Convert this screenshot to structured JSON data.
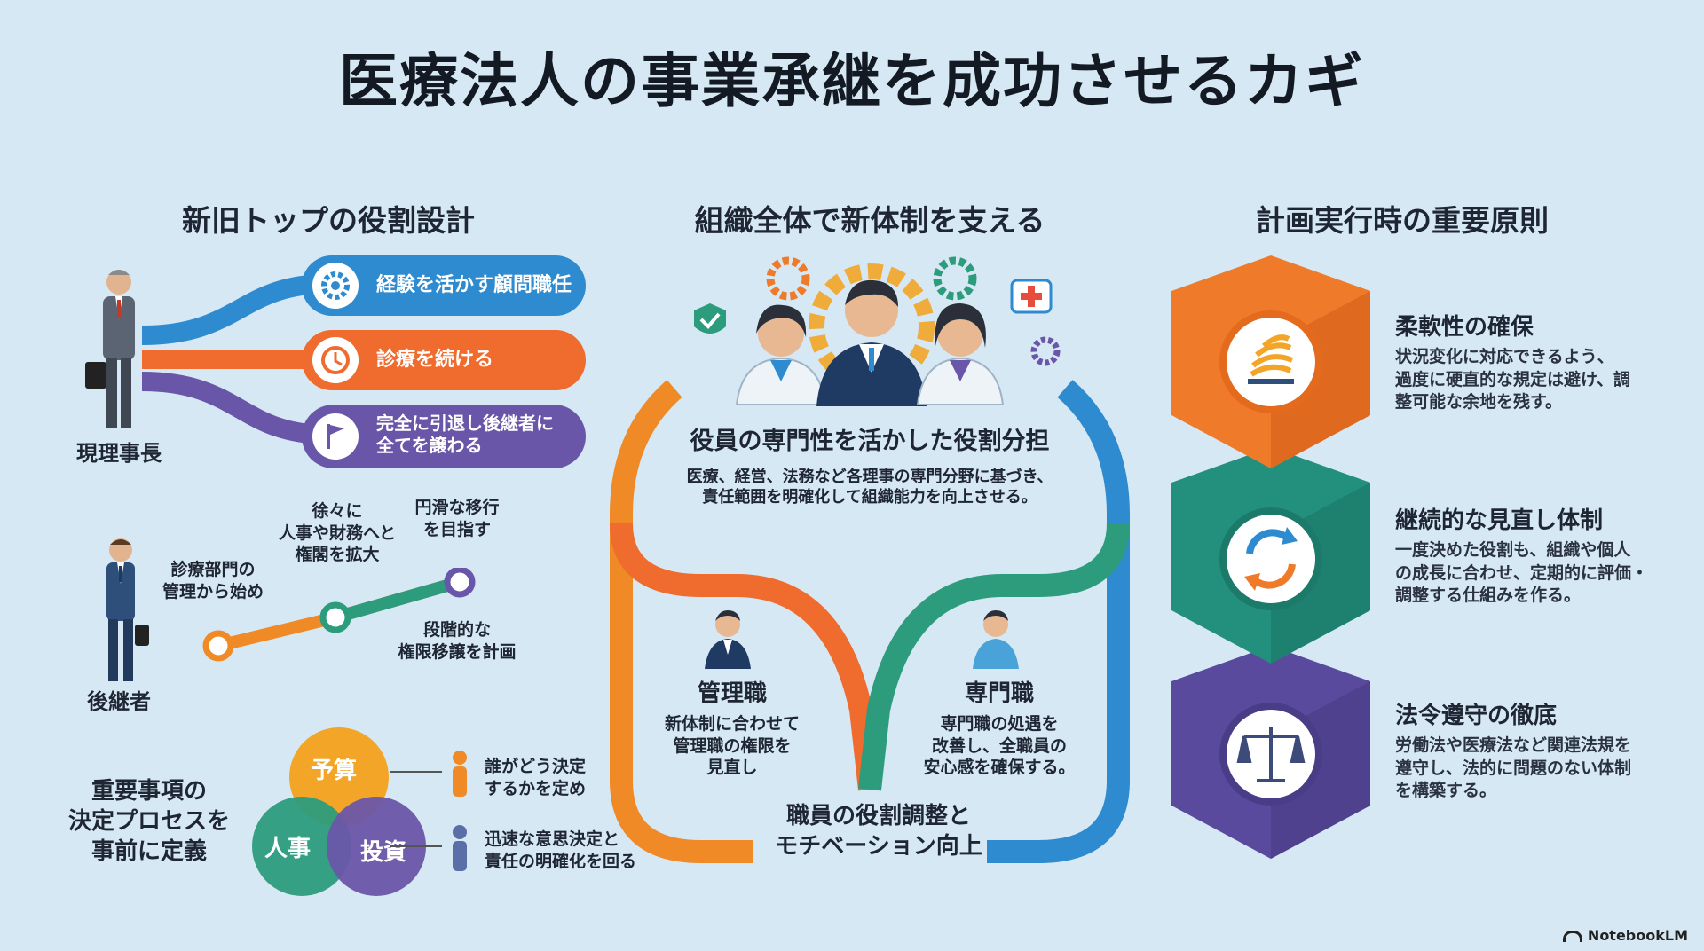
{
  "title": "医療法人の事業承継を成功させるカギ",
  "left": {
    "heading": "新旧トップの役割設計",
    "current_label": "現理事長",
    "options": [
      {
        "text": "経験を活かす顧問職任",
        "color": "#2e8bcf",
        "icon": "gear-icon"
      },
      {
        "text": "診療を続ける",
        "color": "#ef6b2e",
        "icon": "clock-icon"
      },
      {
        "text": "完全に引退し後継者に\n全てを譲わる",
        "color": "#6a56a8",
        "icon": "flag-icon"
      }
    ],
    "successor_label": "後継者",
    "steps": [
      {
        "text": "診療部門の\n管理から始め"
      },
      {
        "text": "徐々に\n人事や財務へと\n権閣を拡大"
      },
      {
        "text": "円滑な移行\nを目指す"
      }
    ],
    "step_note": "段階的な\n権限移譲を計画",
    "process_label": "重要事項の\n決定プロセスを\n事前に定義",
    "venn": [
      "予算",
      "人事",
      "投資"
    ],
    "venn_notes": [
      "誰がどう決定\nするかを定め",
      "迅速な意思決定と\n責任の明確化を回る"
    ]
  },
  "center": {
    "heading": "組織全体で新体制を支える",
    "roles_title": "役員の専門性を活かした役割分担",
    "roles_desc": "医療、経営、法務など各理事の専門分野に基づき、\n責任範囲を明確化して組織能力を向上させる。",
    "manager_title": "管理職",
    "manager_desc": "新体制に合わせて\n管理職の権限を\n見直し",
    "specialist_title": "専門職",
    "specialist_desc": "専門職の処遇を\n改善し、全職員の\n安心感を確保する。",
    "bottom_title": "職員の役割調整と\nモチベーション向上"
  },
  "right": {
    "heading": "計画実行時の重要原則",
    "items": [
      {
        "title": "柔軟性の確保",
        "desc": "状況変化に対応できるよう、\n過度に硬直的な規定は避け、調\n整可能な余地を残す。",
        "color": "#ef7a2a",
        "icon": "spring-icon"
      },
      {
        "title": "継続的な見直し体制",
        "desc": "一度決めた役割も、組織や個人\nの成長に合わせ、定期的に評価・\n調整する仕組みを作る。",
        "color": "#23907e",
        "icon": "cycle-arrows-icon"
      },
      {
        "title": "法令遵守の徹底",
        "desc": "労働法や医療法など関連法規を\n遵守し、法的に問題のない体制\nを構築する。",
        "color": "#5a4a9e",
        "icon": "scales-icon"
      }
    ]
  },
  "watermark": "NotebookLM"
}
